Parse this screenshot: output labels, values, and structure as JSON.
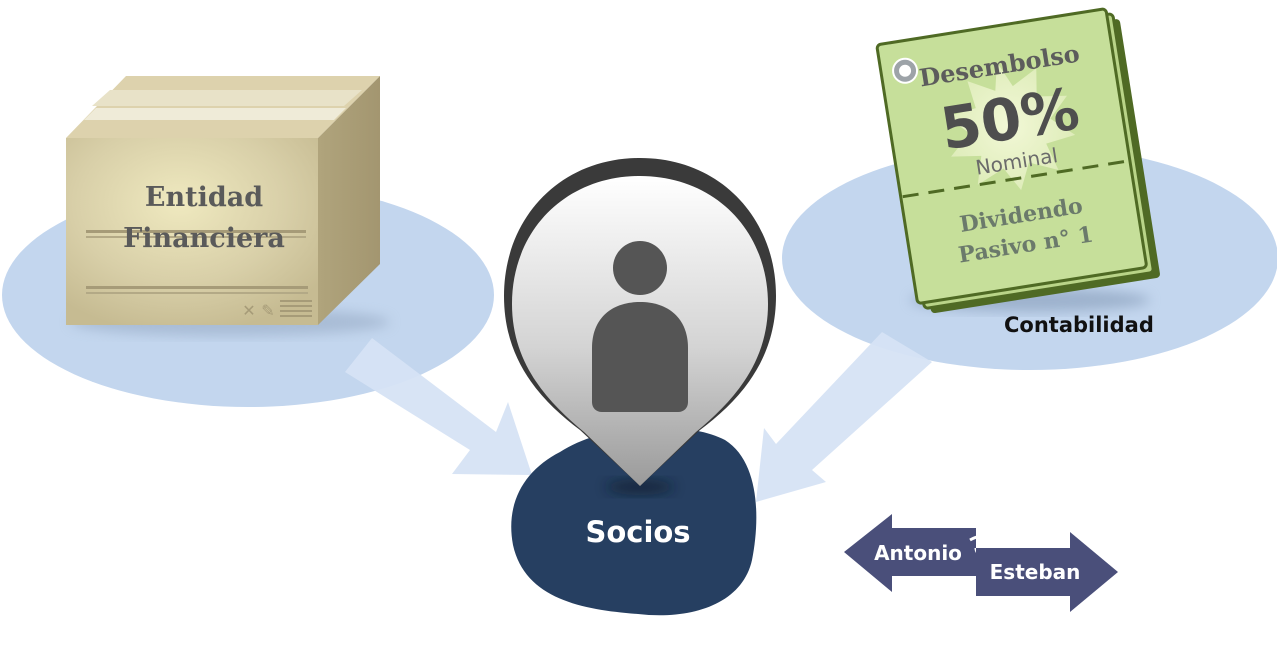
{
  "box": {
    "line1": "Entidad",
    "line2": "Financiera"
  },
  "coupon": {
    "top": "Desembolso",
    "percent": "50%",
    "nominal": "Nominal",
    "bottom1": "Dividendo",
    "bottom2": "Pasivo n° 1"
  },
  "labels": {
    "contabilidad": "Contabilidad",
    "socios": "Socios"
  },
  "exchange": {
    "left": "Antonio",
    "right": "Esteban"
  },
  "colors": {
    "blob": "#c3d6ee",
    "arrow": "#d6e3f4",
    "socios": "#263f61",
    "exchange": "#4a4f7a",
    "coupon": "#c6df9a",
    "box": "#d4c9a3"
  },
  "icons": {
    "box": "cardboard-box-icon",
    "coupon": "coupon-icon",
    "person": "person-pin-icon",
    "exchange": "exchange-arrows-icon"
  }
}
